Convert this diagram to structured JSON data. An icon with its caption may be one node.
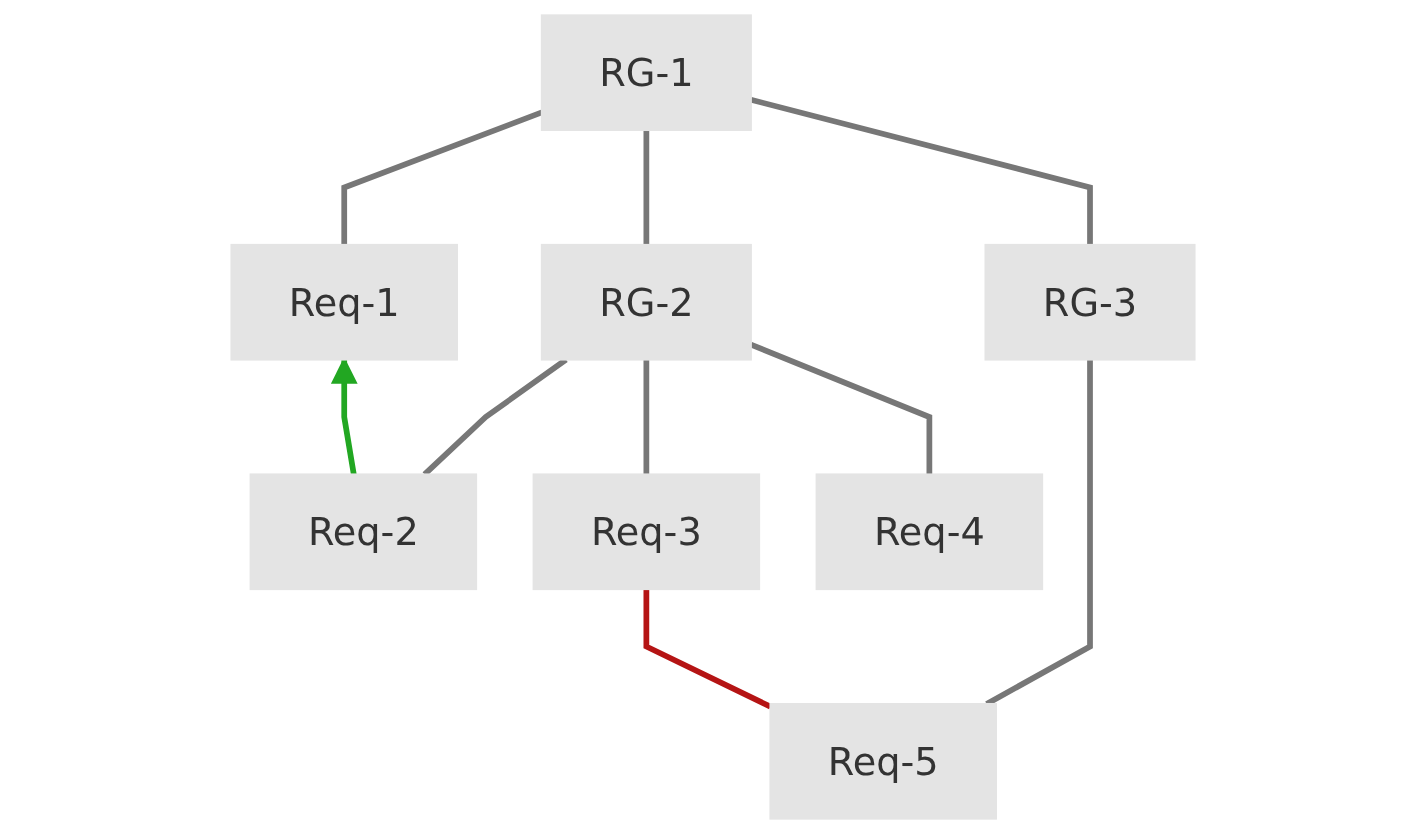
{
  "diagram": {
    "nodes": [
      {
        "text": [
          "RG-1"
        ]
      },
      {
        "text": [
          "Req-1"
        ]
      },
      {
        "text": [
          "RG-2"
        ]
      },
      {
        "text": [
          "RG-3"
        ]
      },
      {
        "text": [
          "Req-2"
        ]
      },
      {
        "text": [
          "Req-3"
        ]
      },
      {
        "text": [
          "Req-4"
        ]
      },
      {
        "text": [
          "Req-5"
        ]
      }
    ],
    "edges": [
      {
        "from": 0,
        "to": 1,
        "arrow": "none"
      },
      {
        "from": 0,
        "to": 2,
        "arrow": "none"
      },
      {
        "from": 0,
        "to": 3,
        "arrow": "none"
      },
      {
        "from": 2,
        "to": 4,
        "arrow": "none"
      },
      {
        "from": 2,
        "to": 5,
        "arrow": "none"
      },
      {
        "from": 2,
        "to": 6,
        "arrow": "none"
      },
      {
        "from": 3,
        "to": 7,
        "arrow": "none"
      },
      {
        "from": 4,
        "to": 1,
        "arrow": "to",
        "color": "#22a722"
      },
      {
        "from": 5,
        "to": 7,
        "arrow": "none",
        "color": "#b51414"
      }
    ]
  }
}
